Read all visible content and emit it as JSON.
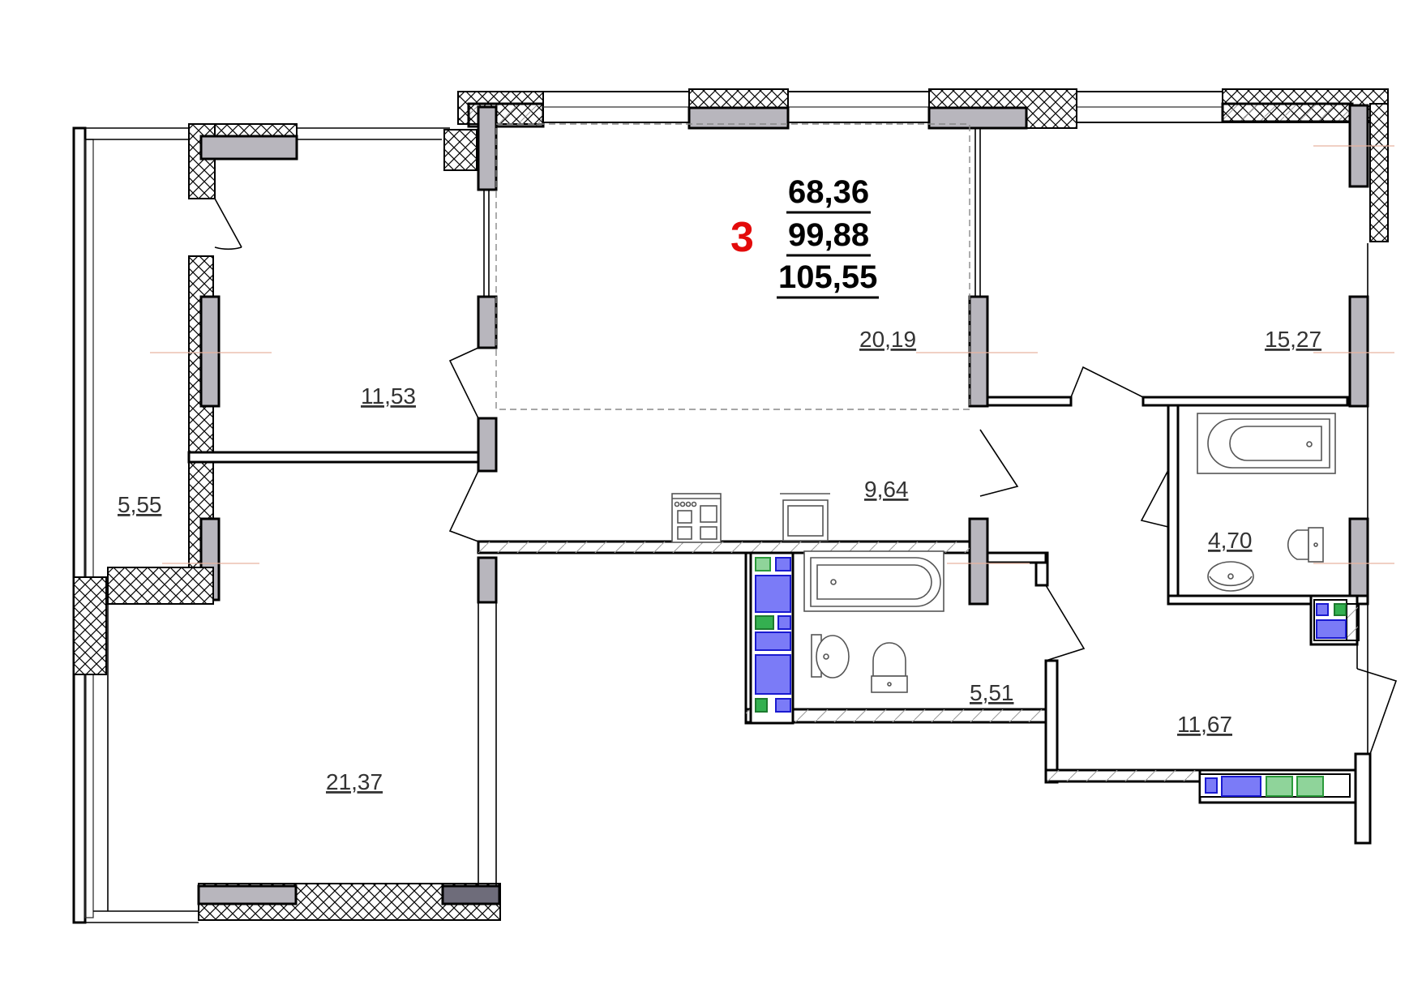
{
  "plan": {
    "title": "3-room apartment floor plan",
    "room_count": "3",
    "room_count_color": "#e30b0b",
    "totals": {
      "living_area": "68,36",
      "total_area": "99,88",
      "total_area_with_balcony": "105,55"
    },
    "rooms": [
      {
        "id": "living-room",
        "area": "20,19"
      },
      {
        "id": "bedroom-northeast",
        "area": "15,27"
      },
      {
        "id": "bedroom-west",
        "area": "11,53"
      },
      {
        "id": "balcony",
        "area": "5,55"
      },
      {
        "id": "kitchen-corridor",
        "area": "9,64"
      },
      {
        "id": "bathroom-east",
        "area": "4,70"
      },
      {
        "id": "bathroom-central",
        "area": "5,51"
      },
      {
        "id": "hallway",
        "area": "11,67"
      },
      {
        "id": "bedroom-southwest",
        "area": "21,37"
      }
    ],
    "colors": {
      "window_fill": "#b8b6bd",
      "column_fill": "#6e6c7a",
      "shaft_blue": "#7b7bf7",
      "shaft_green": "#8fd49a",
      "shaft_green_dark": "#34b050"
    },
    "fixtures": [
      "stove-icon",
      "sink-cabinet-icon",
      "bathtub-icon",
      "washbasin-icon",
      "toilet-icon"
    ]
  }
}
